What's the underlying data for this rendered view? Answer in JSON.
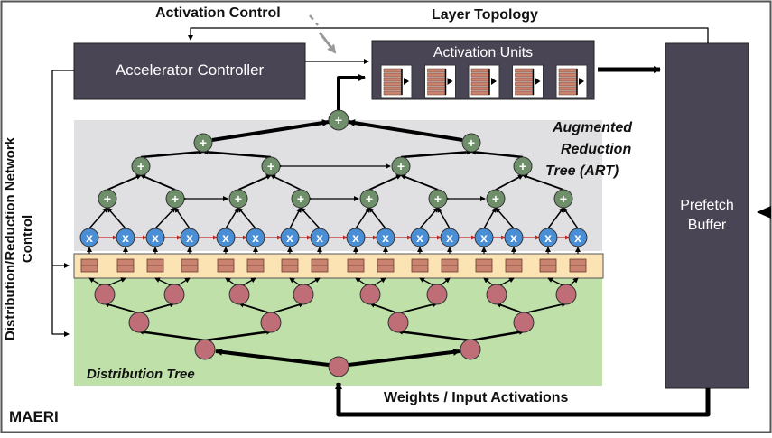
{
  "system_label": "MAERI",
  "controller": {
    "label": "Accelerator Controller"
  },
  "activation_units": {
    "label": "Activation Units",
    "unit_count": 5
  },
  "prefetch_buffer": {
    "line1": "Prefetch",
    "line2": "Buffer"
  },
  "signals": {
    "activation_control": "Activation Control",
    "layer_topology": "Layer Topology",
    "weights_inputs": "Weights / Input Activations",
    "dist_red_control_line1": "Distribution/Reduction Network",
    "dist_red_control_line2": "Control"
  },
  "art": {
    "line1": "Augmented",
    "line2": "Reduction",
    "line3": "Tree (ART)"
  },
  "distribution_tree": {
    "label": "Distribution Tree"
  },
  "node_symbols": {
    "adder": "+",
    "multiplier": "x"
  },
  "colors": {
    "box_dark": "#4a4554",
    "art_bg": "#e0e0e2",
    "dist_bg": "#bfe0a8",
    "switch_band": "#fbe3b4",
    "adder": "#6e8f6a",
    "multiplier": "#4a8fd6",
    "dist_node": "#bf6e78",
    "switch_cell": "#c9836f",
    "red_link": "#c8231f"
  }
}
